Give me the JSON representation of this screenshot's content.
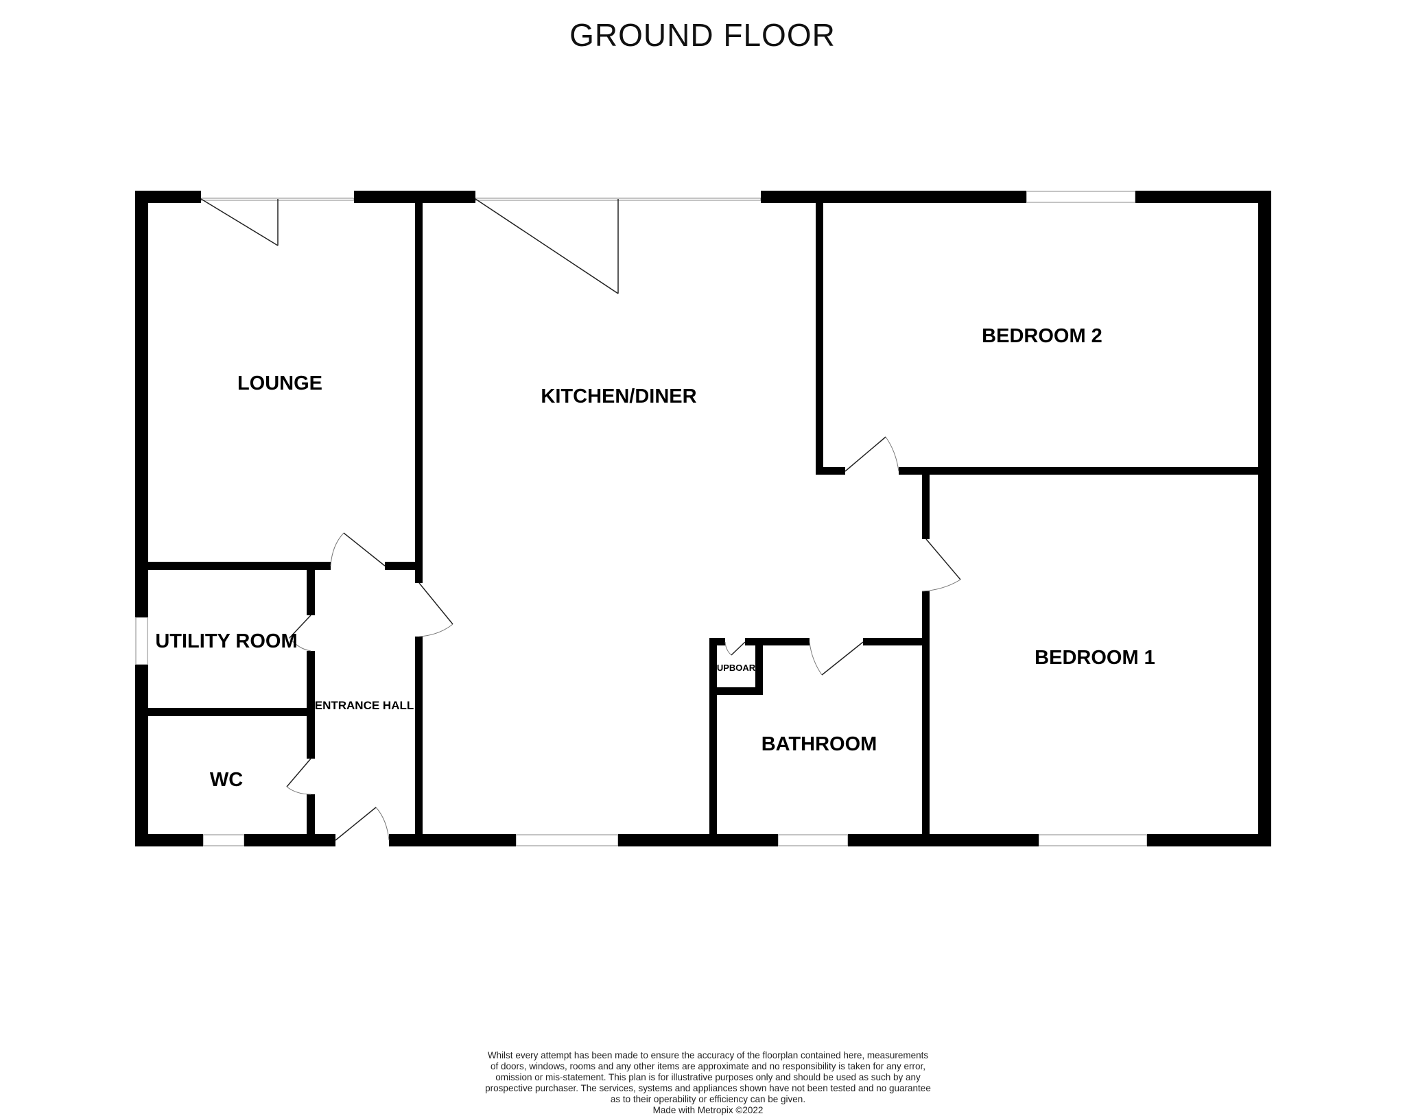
{
  "title": "GROUND FLOOR",
  "rooms": {
    "lounge": "LOUNGE",
    "kitchen": "KITCHEN/DINER",
    "bedroom2": "BEDROOM 2",
    "bedroom1": "BEDROOM 1",
    "utility": "UTILITY ROOM",
    "entrance_hall": "ENTRANCE HALL",
    "wc": "WC",
    "cupboard": "UPBOAR",
    "bathroom": "BATHROOM"
  },
  "disclaimer": {
    "lines": [
      "Whilst every attempt has been made to ensure the accuracy of the floorplan contained here, measurements",
      "of doors, windows, rooms and any other items are approximate and no responsibility is taken for any error,",
      "omission or mis-statement. This plan is for illustrative purposes only and should be used as such by any",
      "prospective purchaser. The services, systems and appliances shown have not been tested and no guarantee",
      "as to their operability or efficiency can be given."
    ],
    "credit": "Made with Metropix ©2022"
  }
}
